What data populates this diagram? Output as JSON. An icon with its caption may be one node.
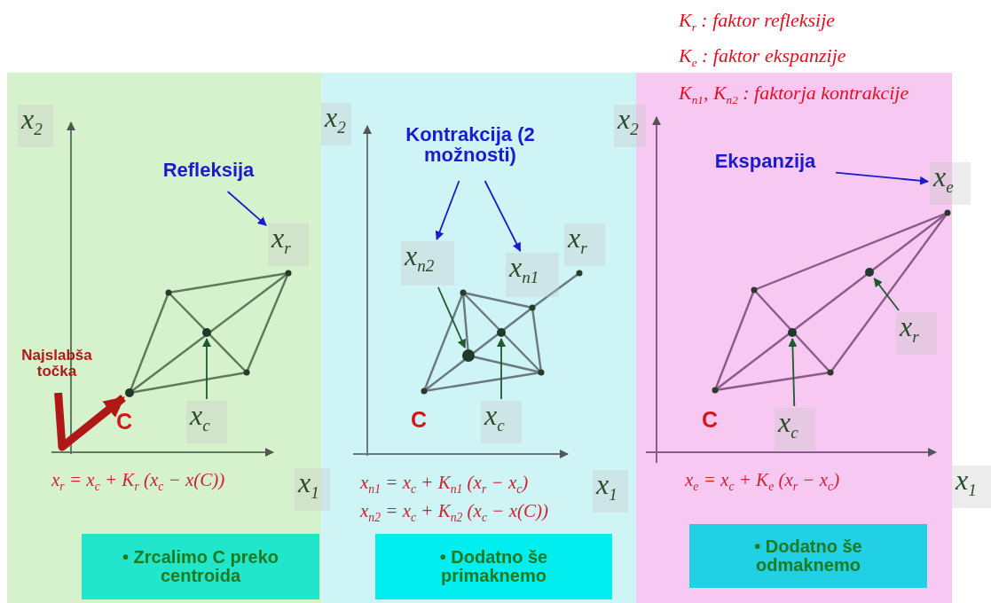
{
  "diagram": {
    "nodes": [
      {
        "text": [],
        "shape": "box"
      },
      {
        "text": [
          "Refleksija"
        ],
        "in": 0
      },
      {
        "text": [
          "x$_{r}$"
        ],
        "in": 0
      },
      {
        "text": [
          "Najslabša točka"
        ],
        "in": 0
      },
      {
        "text": [],
        "shape": "circle",
        "in": 0
      },
      {
        "text": [
          "C"
        ],
        "in": 0
      },
      {
        "text": [
          "x$_{c}$"
        ],
        "in": 0
      },
      {
        "text": [],
        "shape": "circle",
        "in": 0
      },
      {
        "text": [
          "x$_{r}$ = x$_{c}$ + K$_{r}$ (x$_{c}$ − x(C))"
        ],
        "in": 0
      },
      {
        "text": [
          "x$_{2}$"
        ],
        "in": 0
      },
      {
        "text": [
          "x$_{1}$"
        ],
        "in": 0
      },
      {
        "text": [
          "• Zrcalimo C preko centroida"
        ],
        "in": 0
      },
      {
        "text": [],
        "shape": "box"
      },
      {
        "text": [
          "x$_{2}$"
        ],
        "in": 12
      },
      {
        "text": [
          "Kontrakcija (2 možnosti)"
        ],
        "in": 12
      },
      {
        "text": [
          "x$_{n2}$"
        ],
        "in": 12
      },
      {
        "text": [
          "x$_{n1}$"
        ],
        "in": 12
      },
      {
        "text": [
          "x$_{r}$"
        ],
        "in": 12
      },
      {
        "text": [],
        "shape": "circle",
        "in": 12
      },
      {
        "text": [],
        "shape": "circle",
        "in": 12
      },
      {
        "text": [
          "C"
        ],
        "in": 12
      },
      {
        "text": [
          "x$_{c}$"
        ],
        "in": 12
      },
      {
        "text": [
          "x$_{n1}$ = x$_{c}$ + K$_{n1}$ (x$_{r}$ − x$_{c}$)"
        ],
        "in": 12
      },
      {
        "text": [
          "x$_{n2}$ = x$_{c}$ + K$_{n2}$ (x$_{c}$ − x(C))"
        ],
        "in": 12
      },
      {
        "text": [
          "x$_{1}$"
        ],
        "in": 12
      },
      {
        "text": [
          "• Dodatno še primaknemo"
        ],
        "in": 12
      },
      {
        "text": [],
        "shape": "box"
      },
      {
        "text": [
          "x$_{2}$"
        ]
      },
      {
        "text": [
          "Ekspanzija"
        ],
        "in": 26
      },
      {
        "text": [
          "x$_{e}$"
        ],
        "in": 26
      },
      {
        "text": [],
        "shape": "circle",
        "in": 26
      },
      {
        "text": [
          "x$_{r}$"
        ],
        "in": 26
      },
      {
        "text": [],
        "shape": "circle",
        "in": 26
      },
      {
        "text": [
          "C"
        ],
        "in": 26
      },
      {
        "text": [
          "x$_{c}$"
        ],
        "in": 26
      },
      {
        "text": [
          "x$_{e}$ = x$_{c}$ + K$_{e}$ (x$_{r}$ − x$_{c}$)"
        ],
        "in": 26
      },
      {
        "text": [
          "x$_{1}$"
        ]
      },
      {
        "text": [
          "• Dodatno še odmaknemo"
        ],
        "in": 26
      }
    ],
    "edges": [
      {
        "from": 1,
        "to": 2,
        "arrow": "to",
        "color": "#1a1ad0"
      },
      {
        "from": 3,
        "to": 4,
        "arrow": "to",
        "style": "thick",
        "color": "#b01818"
      },
      {
        "from": 6,
        "to": 7,
        "arrow": "to"
      },
      {
        "from": 14,
        "to": 15,
        "arrow": "to",
        "color": "#1a1ad0"
      },
      {
        "from": 14,
        "to": 16,
        "arrow": "to",
        "color": "#1a1ad0"
      },
      {
        "from": 15,
        "to": 18,
        "arrow": "to"
      },
      {
        "from": 21,
        "to": 19,
        "arrow": "to"
      },
      {
        "from": 28,
        "to": 29,
        "arrow": "to",
        "color": "#1a1ad0"
      },
      {
        "from": 31,
        "to": 30,
        "arrow": "to"
      },
      {
        "from": 34,
        "to": 32,
        "arrow": "to"
      }
    ],
    "labels": [
      "K$_{r}$ : faktor refleksije",
      "K$_{e}$ : faktor ekspanzije",
      "K$_{n1}$, K$_{n2}$ : faktorja kontrakcije"
    ]
  }
}
